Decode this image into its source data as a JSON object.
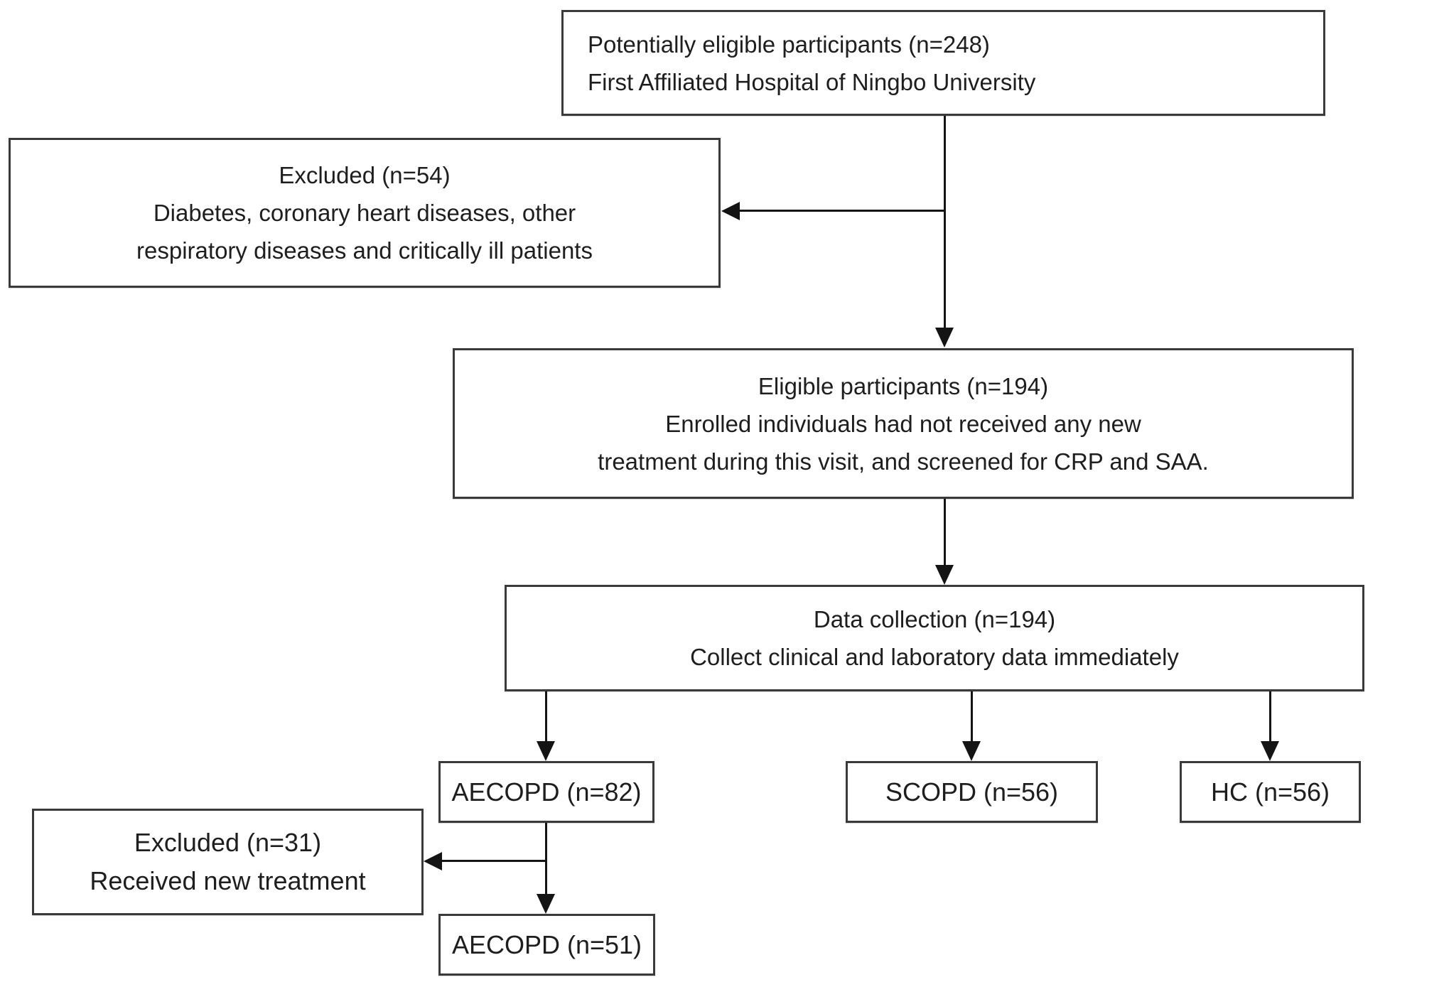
{
  "diagram": {
    "type": "participant-flow-diagram",
    "boxes": {
      "top": {
        "lines": [
          "Potentially eligible participants (n=248)",
          "First Affiliated Hospital of Ningbo University"
        ]
      },
      "excluded1": {
        "lines": [
          "Excluded (n=54)",
          "Diabetes, coronary heart diseases, other",
          "respiratory diseases and critically ill patients"
        ]
      },
      "eligible": {
        "lines": [
          "Eligible participants (n=194)",
          "Enrolled individuals had not received any new",
          "treatment during this visit, and screened for CRP and SAA."
        ]
      },
      "data_collection": {
        "lines": [
          "Data collection (n=194)",
          "Collect clinical and laboratory data immediately"
        ]
      },
      "aecopd82": {
        "lines": [
          "AECOPD (n=82)"
        ]
      },
      "scopd": {
        "lines": [
          "SCOPD (n=56)"
        ]
      },
      "hc": {
        "lines": [
          "HC (n=56)"
        ]
      },
      "excluded2": {
        "lines": [
          "Excluded (n=31)",
          "Received new treatment"
        ]
      },
      "aecopd51": {
        "lines": [
          "AECOPD (n=51)"
        ]
      }
    },
    "colors": {
      "background": "#ffffff",
      "box_fill": "#ffffff",
      "box_border": "#3a3a3a",
      "connector": "#141414",
      "text": "#1e1e1e"
    }
  }
}
